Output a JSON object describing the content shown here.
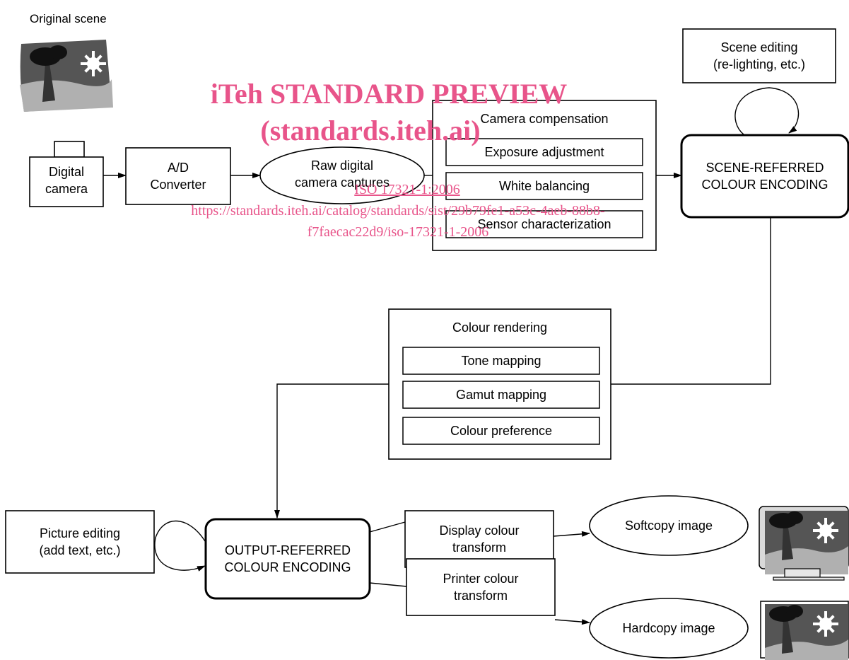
{
  "caption": "Original scene",
  "nodes": {
    "digital_camera": [
      "Digital",
      "camera"
    ],
    "ad_converter": [
      "A/D",
      "Converter"
    ],
    "raw_captures": [
      "Raw digital",
      "camera captures"
    ],
    "camera_compensation": {
      "title": "Camera compensation",
      "steps": [
        "Exposure adjustment",
        "White balancing",
        "Sensor characterization"
      ]
    },
    "scene_editing": [
      "Scene editing",
      "(re-lighting, etc.)"
    ],
    "scene_referred": [
      "SCENE-REFERRED",
      "COLOUR ENCODING"
    ],
    "colour_rendering": {
      "title": "Colour rendering",
      "steps": [
        "Tone mapping",
        "Gamut mapping",
        "Colour preference"
      ]
    },
    "picture_editing": [
      "Picture editing",
      "(add text, etc.)"
    ],
    "output_referred": [
      "OUTPUT-REFERRED",
      "COLOUR ENCODING"
    ],
    "display_transform": [
      "Display colour",
      "transform"
    ],
    "printer_transform": [
      "Printer colour",
      "transform"
    ],
    "softcopy": "Softcopy image",
    "hardcopy": "Hardcopy image"
  },
  "watermark": {
    "title": "iTeh STANDARD PREVIEW",
    "subtitle": "(standards.iteh.ai)",
    "doc_id": "ISO 17321-1:2006",
    "url_line1": "https://standards.iteh.ai/catalog/standards/sist/29b79fe1-a53c-4aeb-88b8-",
    "url_line2": "f7faecac22d9/iso-17321-1-2006"
  },
  "colors": {
    "stroke": "#000000",
    "watermark": "#e8548a",
    "scene_dark": "#555555",
    "scene_light": "#b0b0b0",
    "tree": "#333333"
  }
}
